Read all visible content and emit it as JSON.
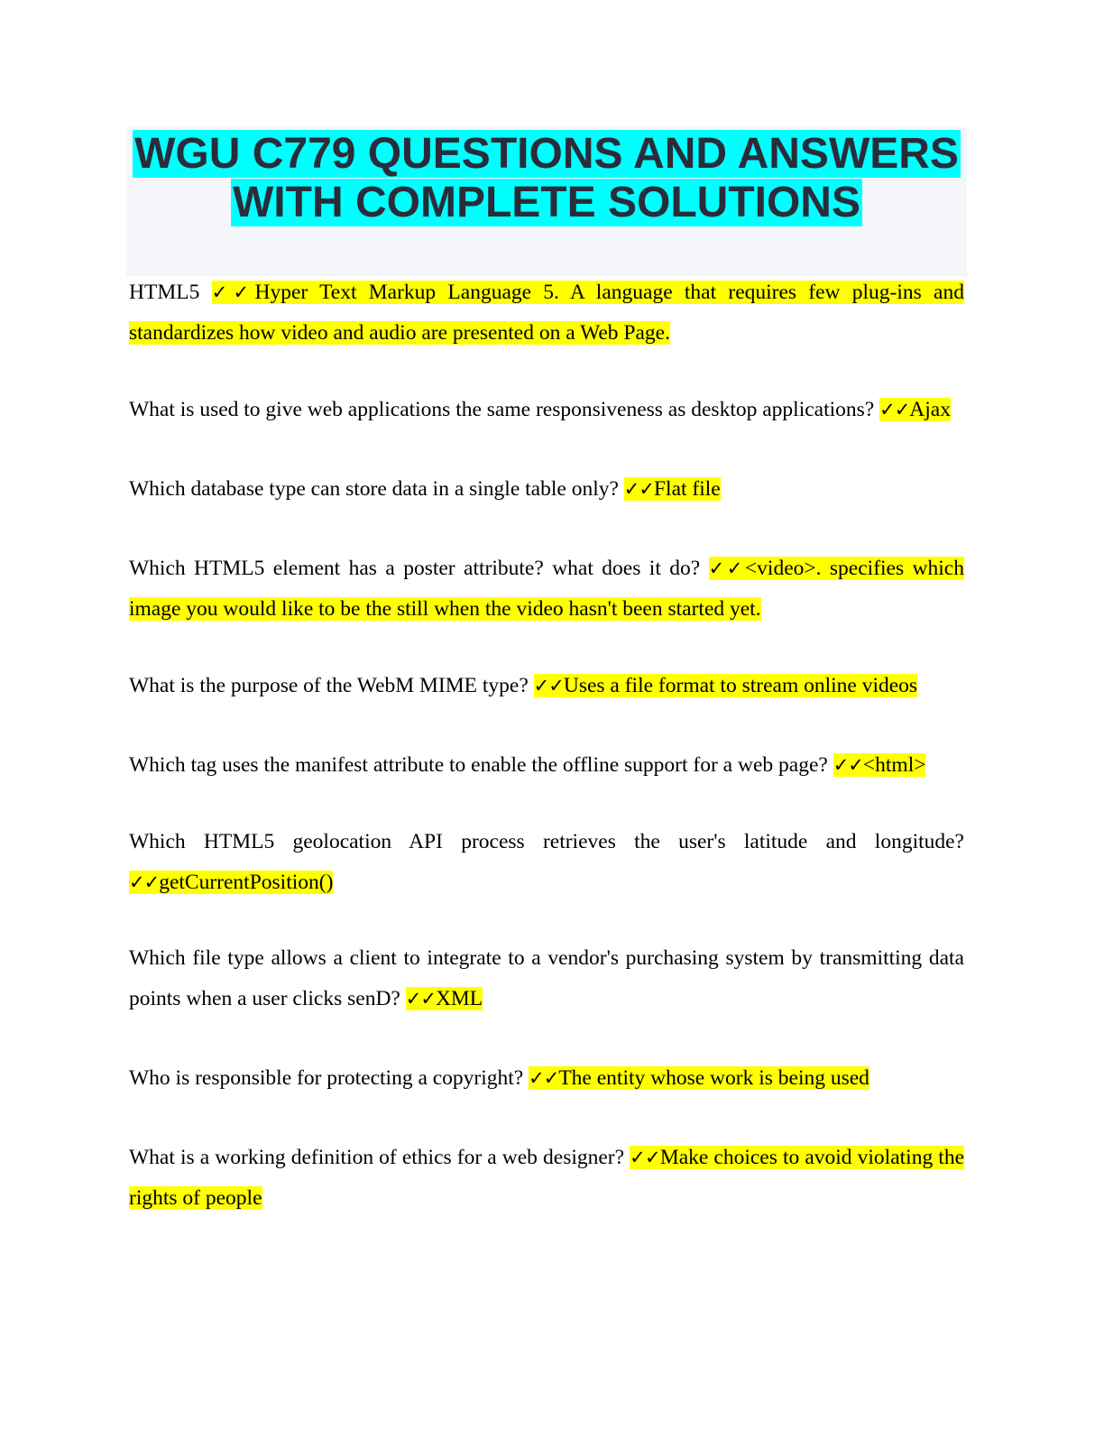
{
  "document": {
    "title_lines": [
      "WGU C779 QUESTIONS AND ANSWERS",
      "WITH COMPLETE SOLUTIONS"
    ],
    "check_mark": "✓✓",
    "colors": {
      "title_highlight": "#00ffff",
      "answer_highlight": "#ffff00",
      "title_text": "#2a2c3a",
      "title_box": "#f5f6f9"
    },
    "qa_items": [
      {
        "question": "HTML5 ",
        "answer": "Hyper Text Markup Language 5. A language that requires few plug-ins and standardizes how video and audio are presented on a Web Page."
      },
      {
        "question": "What is used to give web applications the same responsiveness as desktop applications? ",
        "answer": "Ajax"
      },
      {
        "question": "Which database type can store data in a single table only? ",
        "answer": "Flat file"
      },
      {
        "question": "Which HTML5 element has a poster attribute? what does it do? ",
        "answer": "<video>. specifies which image you would like to be the still when the video hasn't been started yet."
      },
      {
        "question": "What is the purpose of the WebM MIME type? ",
        "answer": "Uses a file format to stream online videos"
      },
      {
        "question": "Which tag uses the manifest attribute to enable the offline support for a web page? ",
        "answer": "<html>"
      },
      {
        "question": "Which HTML5 geolocation API process retrieves the user's latitude and longitude? ",
        "answer": "getCurrentPosition()"
      },
      {
        "question": "Which file type allows a client to integrate to a vendor's purchasing system by transmitting data points when a user clicks senD? ",
        "answer": "XML"
      },
      {
        "question": "Who is responsible for protecting a copyright? ",
        "answer": "The entity whose work is being used"
      },
      {
        "question": "What is a working definition of ethics for a web designer? ",
        "answer": "Make choices to avoid violating the rights of people"
      }
    ]
  }
}
